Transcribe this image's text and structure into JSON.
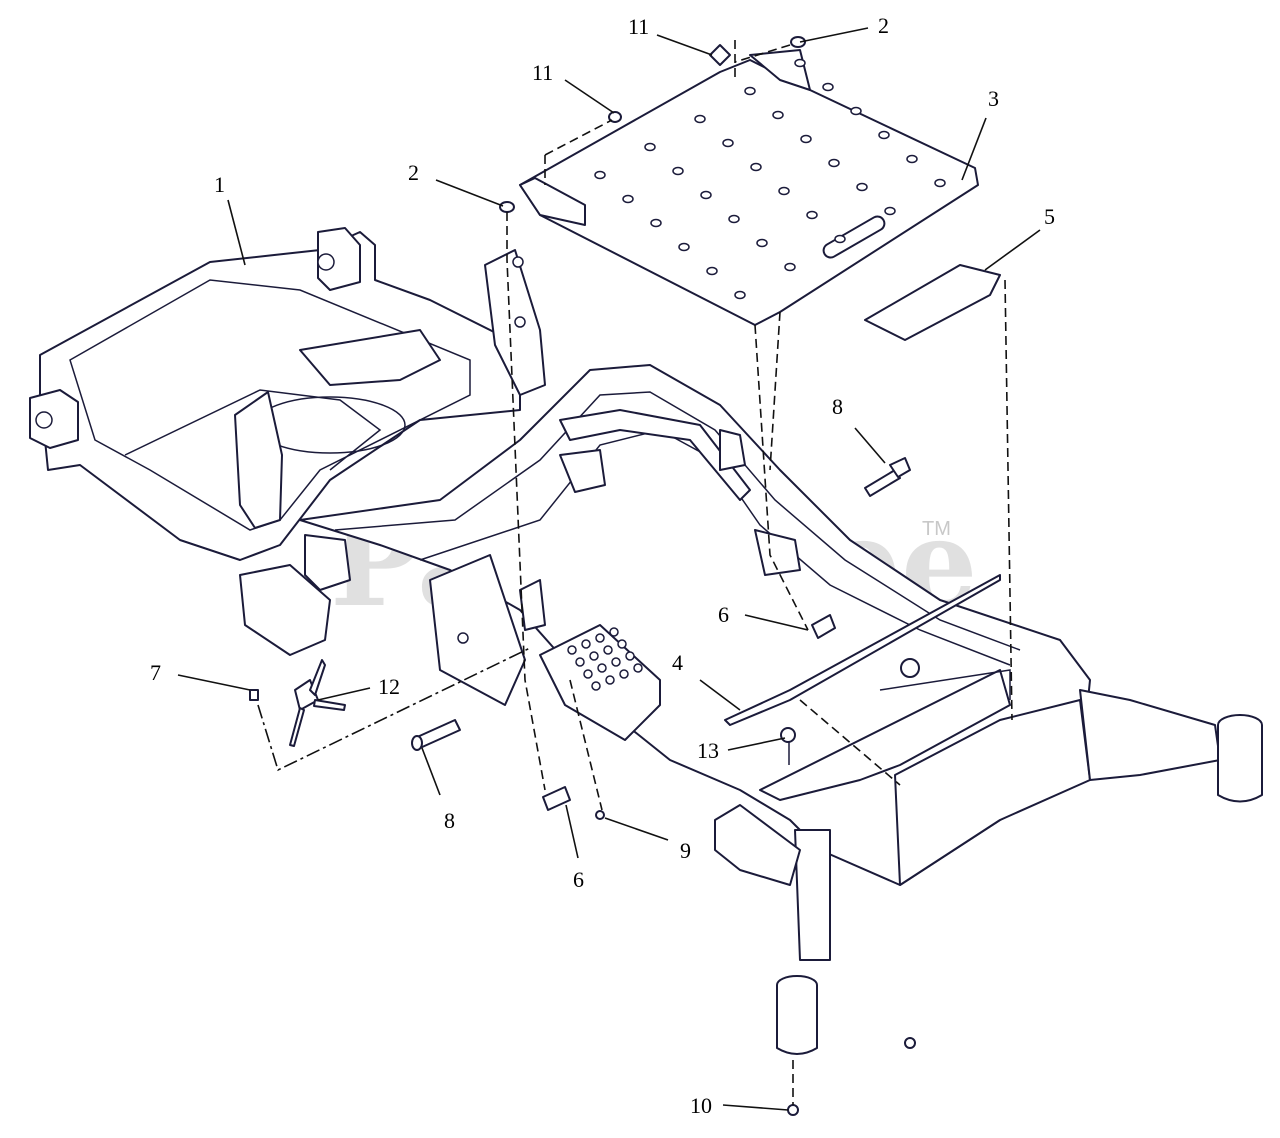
{
  "watermark": {
    "text": "PartsTree",
    "trademark": "TM"
  },
  "callouts": [
    {
      "id": "c1",
      "label": "1"
    },
    {
      "id": "c2a",
      "label": "2"
    },
    {
      "id": "c2b",
      "label": "2"
    },
    {
      "id": "c3",
      "label": "3"
    },
    {
      "id": "c4",
      "label": "4"
    },
    {
      "id": "c5",
      "label": "5"
    },
    {
      "id": "c6a",
      "label": "6"
    },
    {
      "id": "c6b",
      "label": "6"
    },
    {
      "id": "c7",
      "label": "7"
    },
    {
      "id": "c8a",
      "label": "8"
    },
    {
      "id": "c8b",
      "label": "8"
    },
    {
      "id": "c9",
      "label": "9"
    },
    {
      "id": "c10",
      "label": "10"
    },
    {
      "id": "c11a",
      "label": "11"
    },
    {
      "id": "c11b",
      "label": "11"
    },
    {
      "id": "c12",
      "label": "12"
    },
    {
      "id": "c13",
      "label": "13"
    }
  ],
  "colors": {
    "line": "#1b1b3a",
    "watermark": "#c8c8c8",
    "background": "#ffffff"
  }
}
